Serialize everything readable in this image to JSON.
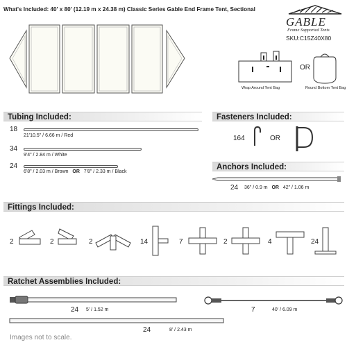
{
  "header": {
    "title": "What's Included: 40' x 80' (12.19 m x 24.38 m) Classic Series Gable End Frame Tent, Sectional",
    "logo_text": "GABLE",
    "logo_sub": "Frame Supported Tents",
    "sku": "SKU:C15Z40X80"
  },
  "bags": {
    "wrap_label": "Wrap Around Tent Bag",
    "or": "OR",
    "round_label": "Round Bottom Tent Bag"
  },
  "tubing": {
    "title": "Tubing Included:",
    "items": [
      {
        "qty": "18",
        "label": "21'10.5\" / 6.66 m  /  Red"
      },
      {
        "qty": "34",
        "label": "9'4\" / 2.84 m  /  White"
      },
      {
        "qty": "24",
        "label_a": "6'8\" / 2.03 m  /  Brown",
        "or": "OR",
        "label_b": "7'8\" / 2.33 m  /  Black"
      }
    ]
  },
  "fasteners": {
    "title": "Fasteners Included:",
    "qty": "164",
    "or": "OR"
  },
  "anchors": {
    "title": "Anchors Included:",
    "qty": "24",
    "label_a": "36\" / 0.9 m",
    "or": "OR",
    "label_b": "42\" / 1.06 m"
  },
  "fittings": {
    "title": "Fittings Included:",
    "qtys": [
      "2",
      "2",
      "2",
      "14",
      "7",
      "2",
      "4",
      "24"
    ]
  },
  "ratchets": {
    "title": "Ratchet Assemblies Included:",
    "items": [
      {
        "qty": "24",
        "label": "5' / 1.52 m"
      },
      {
        "qty": "7",
        "label": "40' / 6.09 m"
      },
      {
        "qty": "24",
        "label": "8' / 2.43 m"
      }
    ]
  },
  "footer": {
    "note": "Images not to scale."
  }
}
